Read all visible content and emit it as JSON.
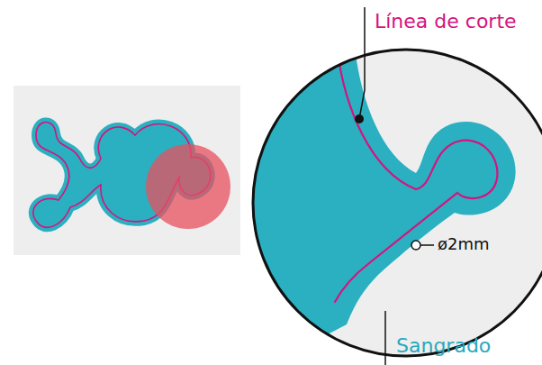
{
  "diagram": {
    "labels": [
      "Línea de corte",
      "ø2mm",
      "Sangrado"
    ]
  }
}
